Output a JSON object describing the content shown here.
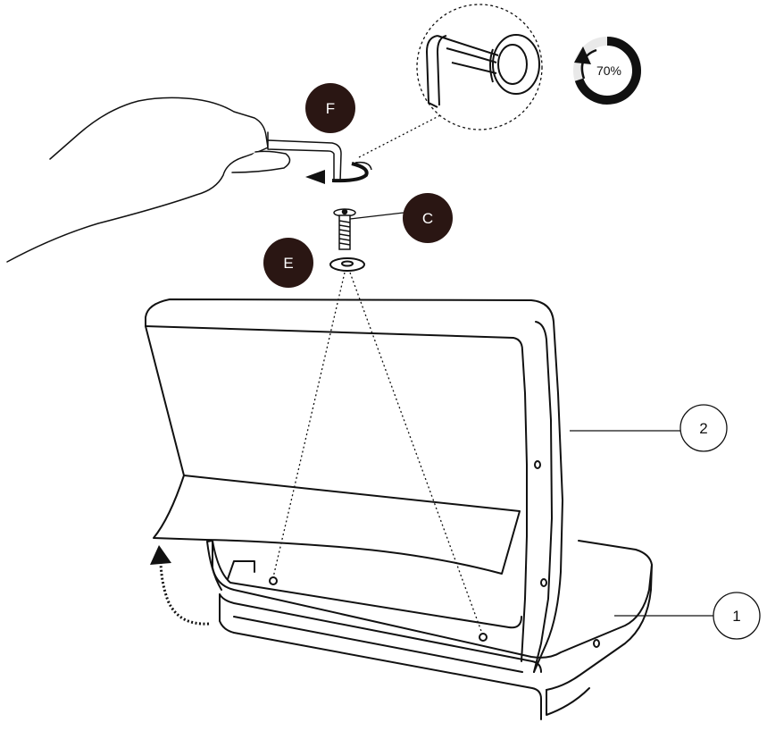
{
  "colors": {
    "line": "#111111",
    "badge_fill": "#2a1613",
    "badge_text": "#ffffff",
    "background": "#ffffff"
  },
  "badges": {
    "f": "F",
    "c": "C",
    "e": "E"
  },
  "callouts": {
    "one": "1",
    "two": "2"
  },
  "rotation_indicator": {
    "icon": "rotate-counterclockwise-icon",
    "percent_label": "70%",
    "fraction": 0.7
  },
  "icons": [
    "hand-icon",
    "hex-key-icon",
    "screw-icon",
    "washer-icon",
    "rotate-arrow-icon",
    "lift-arrow-icon",
    "magnifier-detail-icon"
  ]
}
